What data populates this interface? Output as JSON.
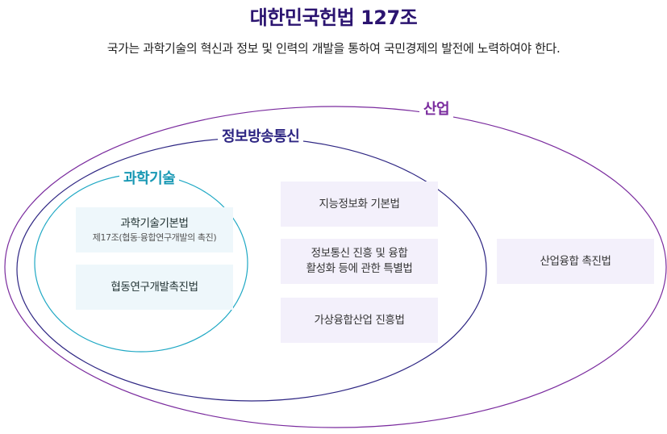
{
  "header": {
    "title": "대한민국헌법 127조",
    "subtitle": "국가는 과학기술의 혁신과 정보 및 인력의 개발을 통하여 국민경제의 발전에 노력하여야 한다."
  },
  "colors": {
    "industry": "#7a2b9e",
    "ict": "#2e2683",
    "science": "#1fa8c4"
  },
  "rings": {
    "industry": "산업",
    "ict": "정보방송통신",
    "science": "과학기술"
  },
  "science_laws": {
    "basic_act": "과학기술기본법",
    "basic_act_note": "제17조(협동·융합연구개발의 촉진)",
    "coop_act": "협동연구개발촉진법"
  },
  "ict_laws": {
    "intelligent": "지능정보화 기본법",
    "promotion_line1": "정보통신 진흥 및 융합",
    "promotion_line2": "활성화 등에 관한 특별법",
    "virtual": "가상융합산업 진흥법"
  },
  "industry_laws": {
    "convergence": "산업융합 촉진법"
  }
}
